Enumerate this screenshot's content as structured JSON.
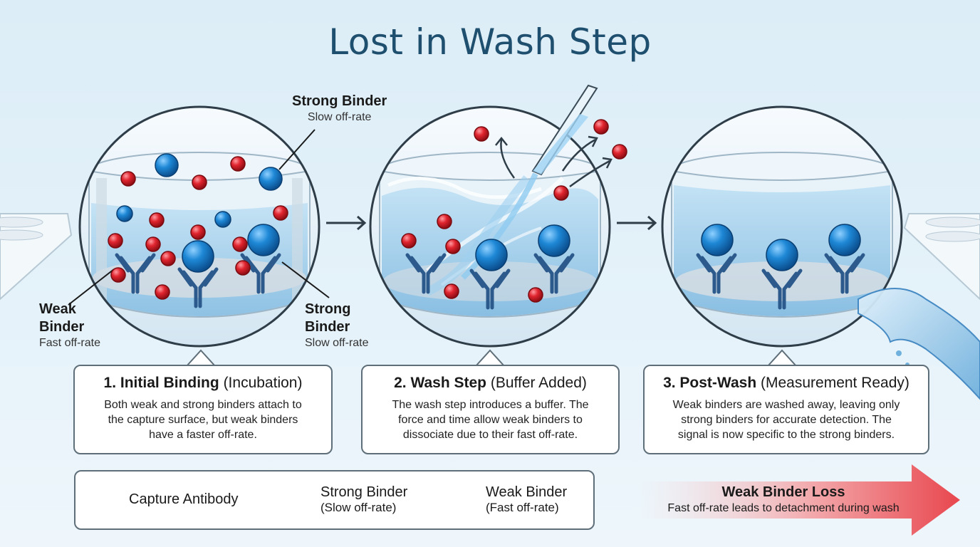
{
  "title": "Lost in Wash Step",
  "labels": {
    "strong_top": {
      "name": "Strong Binder",
      "rate": "Slow off-rate"
    },
    "weak_left": {
      "name_line1": "Weak",
      "name_line2": "Binder",
      "rate": "Fast off-rate"
    },
    "strong_bottom": {
      "name_line1": "Strong",
      "name_line2": "Binder",
      "rate": "Slow off-rate"
    }
  },
  "steps": [
    {
      "number": "1.",
      "name": "Initial Binding",
      "detail": "(Incubation)",
      "body": [
        "Both weak and strong binders attach to",
        "the capture surface, but weak binders",
        "have a faster off-rate."
      ]
    },
    {
      "number": "2.",
      "name": "Wash Step",
      "detail": "(Buffer Added)",
      "body": [
        "The wash step introduces a buffer. The",
        "force and time allow weak binders to",
        "dissociate due to their fast off-rate."
      ]
    },
    {
      "number": "3.",
      "name": "Post-Wash",
      "detail": "(Measurement Ready)",
      "body": [
        "Weak binders are washed away, leaving only",
        "strong binders for accurate detection. The",
        "signal is now specific to the strong binders."
      ]
    }
  ],
  "legend": {
    "antibody": "Capture Antibody",
    "strong": {
      "name": "Strong Binder",
      "rate": "(Slow off-rate)"
    },
    "weak": {
      "name": "Weak Binder",
      "rate": "(Fast off-rate)"
    }
  },
  "loss_arrow": {
    "title": "Weak Binder Loss",
    "subtitle": "Fast off-rate leads to detachment during wash"
  },
  "colors": {
    "strong": "#1e88d6",
    "weak": "#e0242e",
    "antibody": "#2c5a8c",
    "accent_arrow": "#e8474e"
  }
}
